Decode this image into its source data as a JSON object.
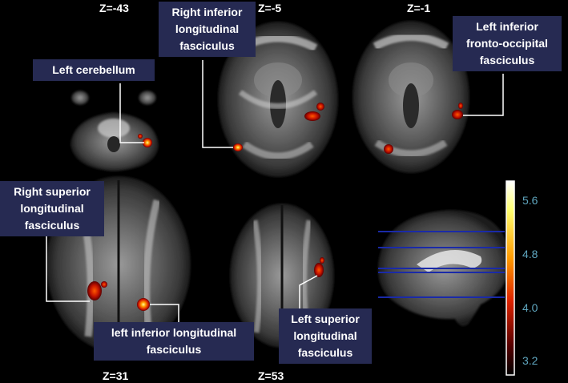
{
  "slice_labels": {
    "z_m43": "Z=-43",
    "z_m5": "Z=-5",
    "z_m1": "Z=-1",
    "z_31": "Z=31",
    "z_53": "Z=53"
  },
  "callouts": {
    "left_cerebellum": [
      "Left cerebellum"
    ],
    "right_inferior_longitudinal": [
      "Right inferior",
      "longitudinal",
      "fasciculus"
    ],
    "left_inferior_fronto_occipital": [
      "Left inferior",
      "fronto-occipital",
      "fasciculus"
    ],
    "right_superior_longitudinal": [
      "Right superior",
      "longitudinal",
      "fasciculus"
    ],
    "left_inferior_longitudinal": [
      "left inferior longitudinal",
      "fasciculus"
    ],
    "left_superior_longitudinal": [
      "Left superior",
      "longitudinal",
      "fasciculus"
    ]
  },
  "colorbar": {
    "ticks": [
      "5.6",
      "4.8",
      "4.0",
      "3.2"
    ],
    "tick_values": [
      5.6,
      4.8,
      4.0,
      3.2
    ],
    "min": 3.0,
    "max": 5.9,
    "tick_color": "#5fa6bf",
    "colors": [
      "#ffffff",
      "#ffff66",
      "#ff9900",
      "#dd2200",
      "#550000",
      "#000000"
    ]
  },
  "colors": {
    "callout_bg": "#262a52",
    "sagittal_lines": "#1a2aa8",
    "leader_lines": "#ffffff"
  }
}
